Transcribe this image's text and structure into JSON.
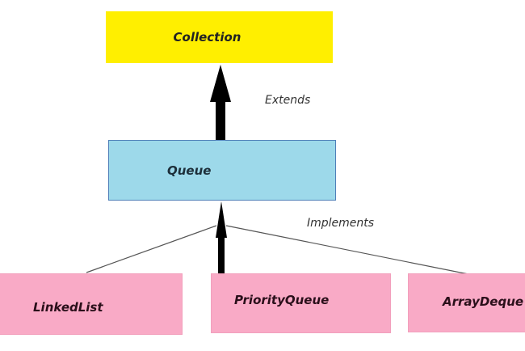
{
  "diagram": {
    "nodes": {
      "collection": "Collection",
      "queue": "Queue",
      "linkedlist": "LinkedList",
      "priorityqueue": "PriorityQueue",
      "arraydeque": "ArrayDeque"
    },
    "edge_labels": {
      "extends": "Extends",
      "implements": "Implements"
    },
    "edges": [
      {
        "from": "Queue",
        "to": "Collection",
        "relation": "Extends"
      },
      {
        "from": "LinkedList",
        "to": "Queue",
        "relation": "Implements"
      },
      {
        "from": "PriorityQueue",
        "to": "Queue",
        "relation": "Implements"
      },
      {
        "from": "ArrayDeque",
        "to": "Queue",
        "relation": "Implements"
      }
    ],
    "colors": {
      "interface_top": "#FFEF00",
      "interface": "#9DD9EA",
      "class": "#F9AAC6"
    }
  }
}
